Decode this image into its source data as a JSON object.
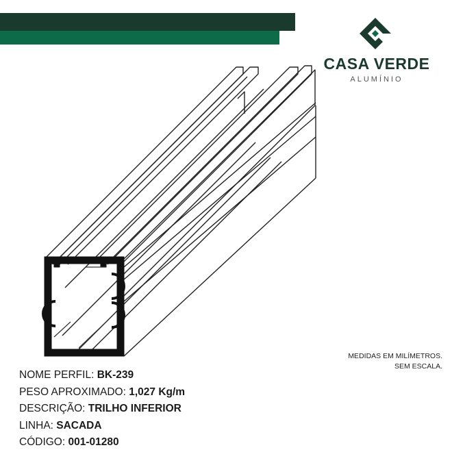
{
  "header": {
    "accent_dark": "#1b3a2e",
    "accent_green": "#0e6b4a"
  },
  "logo": {
    "brand": "CASA VERDE",
    "subtitle": "ALUMÍNIO",
    "icon": "diamond-logo-icon"
  },
  "note": {
    "line1": "MEDIDAS EM MILÍMETROS.",
    "line2": "SEM ESCALA."
  },
  "specs": [
    {
      "label": "NOME PERFIL: ",
      "value": "BK-239"
    },
    {
      "label": "PESO APROXIMADO: ",
      "value": "1,027 Kg/m"
    },
    {
      "label": "DESCRIÇÃO: ",
      "value": "TRILHO INFERIOR"
    },
    {
      "label": "LINHA: ",
      "value": "SACADA"
    },
    {
      "label": "CÓDIGO: ",
      "value": "001-01280"
    }
  ]
}
